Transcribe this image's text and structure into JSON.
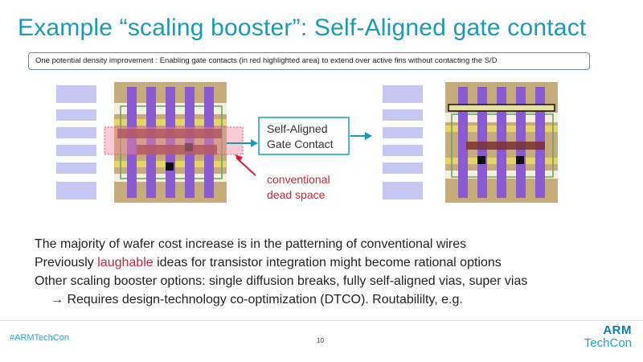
{
  "title": "Example “scaling booster”:  Self-Aligned gate contact",
  "subtitle": "One potential density improvement :  Enabling gate contacts (in red highlighted area) to extend over active fins without contacting the S/D",
  "diagram": {
    "callout_line1": "Self-Aligned",
    "callout_line2": "Gate Contact",
    "annotation_line1": "conventional",
    "annotation_line2": "dead space"
  },
  "bullets": {
    "b1": "The majority of wafer cost increase is in the patterning of conventional wires",
    "b2_pre": "Previously ",
    "b2_hl": "laughable",
    "b2_post": " ideas for transistor integration might become rational options",
    "b3": "Other scaling booster options:  single diffusion breaks, fully self-aligned vias, super vias",
    "b4": "→ Requires design-technology co-optimization (DTCO).   Routabililty, e.g."
  },
  "footer": {
    "hashtag": "#ARMTechCon",
    "page_number": "10",
    "logo_line1": "ARM",
    "logo_line2": "TechCon"
  },
  "colors": {
    "accent": "#1a9bb5",
    "highlight_red": "#c8283c",
    "gate_purple": "#8a5ad0",
    "fin_tan": "#c8ab7d",
    "lavender": "#c7c8f2"
  }
}
